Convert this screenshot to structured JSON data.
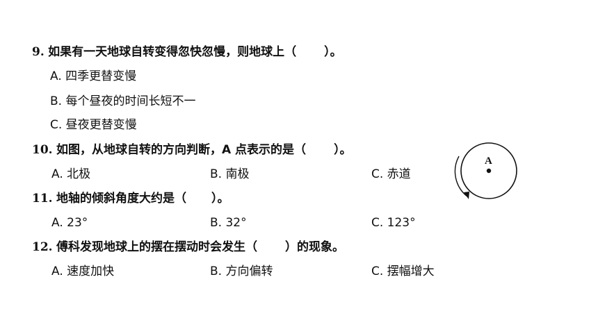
{
  "questions": [
    {
      "number": "9.",
      "stem_before": "如果有一天地球自转变得忽快忽慢，则地球上（",
      "stem_after": "）。",
      "options": [
        "A. 四季更替变慢",
        "B. 每个昼夜的时间长短不一",
        "C. 昼夜更替变慢"
      ]
    },
    {
      "number": "10.",
      "stem_before": "如图，从地球自转的方向判断，A 点表示的是（",
      "stem_after": "）。",
      "options": [
        "A. 北极",
        "B. 南极",
        "C. 赤道"
      ]
    },
    {
      "number": "11.",
      "stem_before": "地轴的倾斜角度大约是（",
      "stem_after": "）。",
      "options": [
        "A. 23°",
        "B. 32°",
        "C. 123°"
      ]
    },
    {
      "number": "12.",
      "stem_before": "傅科发现地球上的摆在摆动时会发生（",
      "stem_after": "）的现象。",
      "options": [
        "A. 速度加快",
        "B. 方向偏转",
        "C. 摆幅增大"
      ]
    }
  ],
  "figure": {
    "point_label": "A",
    "description_icon": "earth-rotation-arrow-icon"
  }
}
